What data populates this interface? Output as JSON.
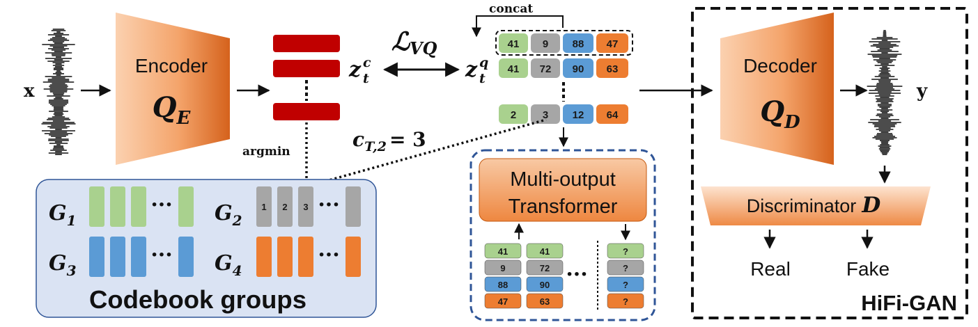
{
  "labels": {
    "x": "x",
    "y": "y",
    "encoder_title": "Encoder",
    "encoder_sym": "Q",
    "encoder_sub": "E",
    "decoder_title": "Decoder",
    "decoder_sym": "Q",
    "decoder_sub": "D",
    "loss_sym": "ℒ",
    "loss_sub": "VQ",
    "zc_base": "z",
    "zc_sup": "c",
    "zc_sub": "t",
    "zq_base": "z",
    "zq_sup": "q",
    "zq_sub": "t",
    "concat": "concat",
    "argmin": "argmin",
    "ct_base": "c",
    "ct_sub": "T,2",
    "ct_val": "= 3",
    "transformer_line1": "Multi-output",
    "transformer_line2": "Transformer",
    "discriminator": "Discriminator",
    "discriminator_sym": "D",
    "real": "Real",
    "fake": "Fake",
    "hifigan": "HiFi-GAN",
    "codebook_title": "Codebook groups",
    "ellipsis": "···"
  },
  "groups": [
    {
      "sym": "G",
      "sub": "1",
      "color": "#a9d18e"
    },
    {
      "sym": "G",
      "sub": "2",
      "color": "#a6a6a6",
      "labels": [
        "1",
        "2",
        "3"
      ]
    },
    {
      "sym": "G",
      "sub": "3",
      "color": "#5b9bd5"
    },
    {
      "sym": "G",
      "sub": "4",
      "color": "#ed7d31"
    }
  ],
  "token_rows": [
    [
      "41",
      "9",
      "88",
      "47"
    ],
    [
      "41",
      "72",
      "90",
      "63"
    ],
    [
      "2",
      "3",
      "12",
      "64"
    ]
  ],
  "transformer_cols": [
    [
      "41",
      "9",
      "88",
      "47"
    ],
    [
      "41",
      "72",
      "90",
      "63"
    ],
    [
      "?",
      "?",
      "?",
      "?"
    ]
  ],
  "colors": {
    "green": "#a9d18e",
    "gray": "#a6a6a6",
    "blue": "#5b9bd5",
    "orange": "#ed7d31",
    "red": "#c00000",
    "panel": "#dae3f3",
    "dash_blue": "#2f5597"
  }
}
